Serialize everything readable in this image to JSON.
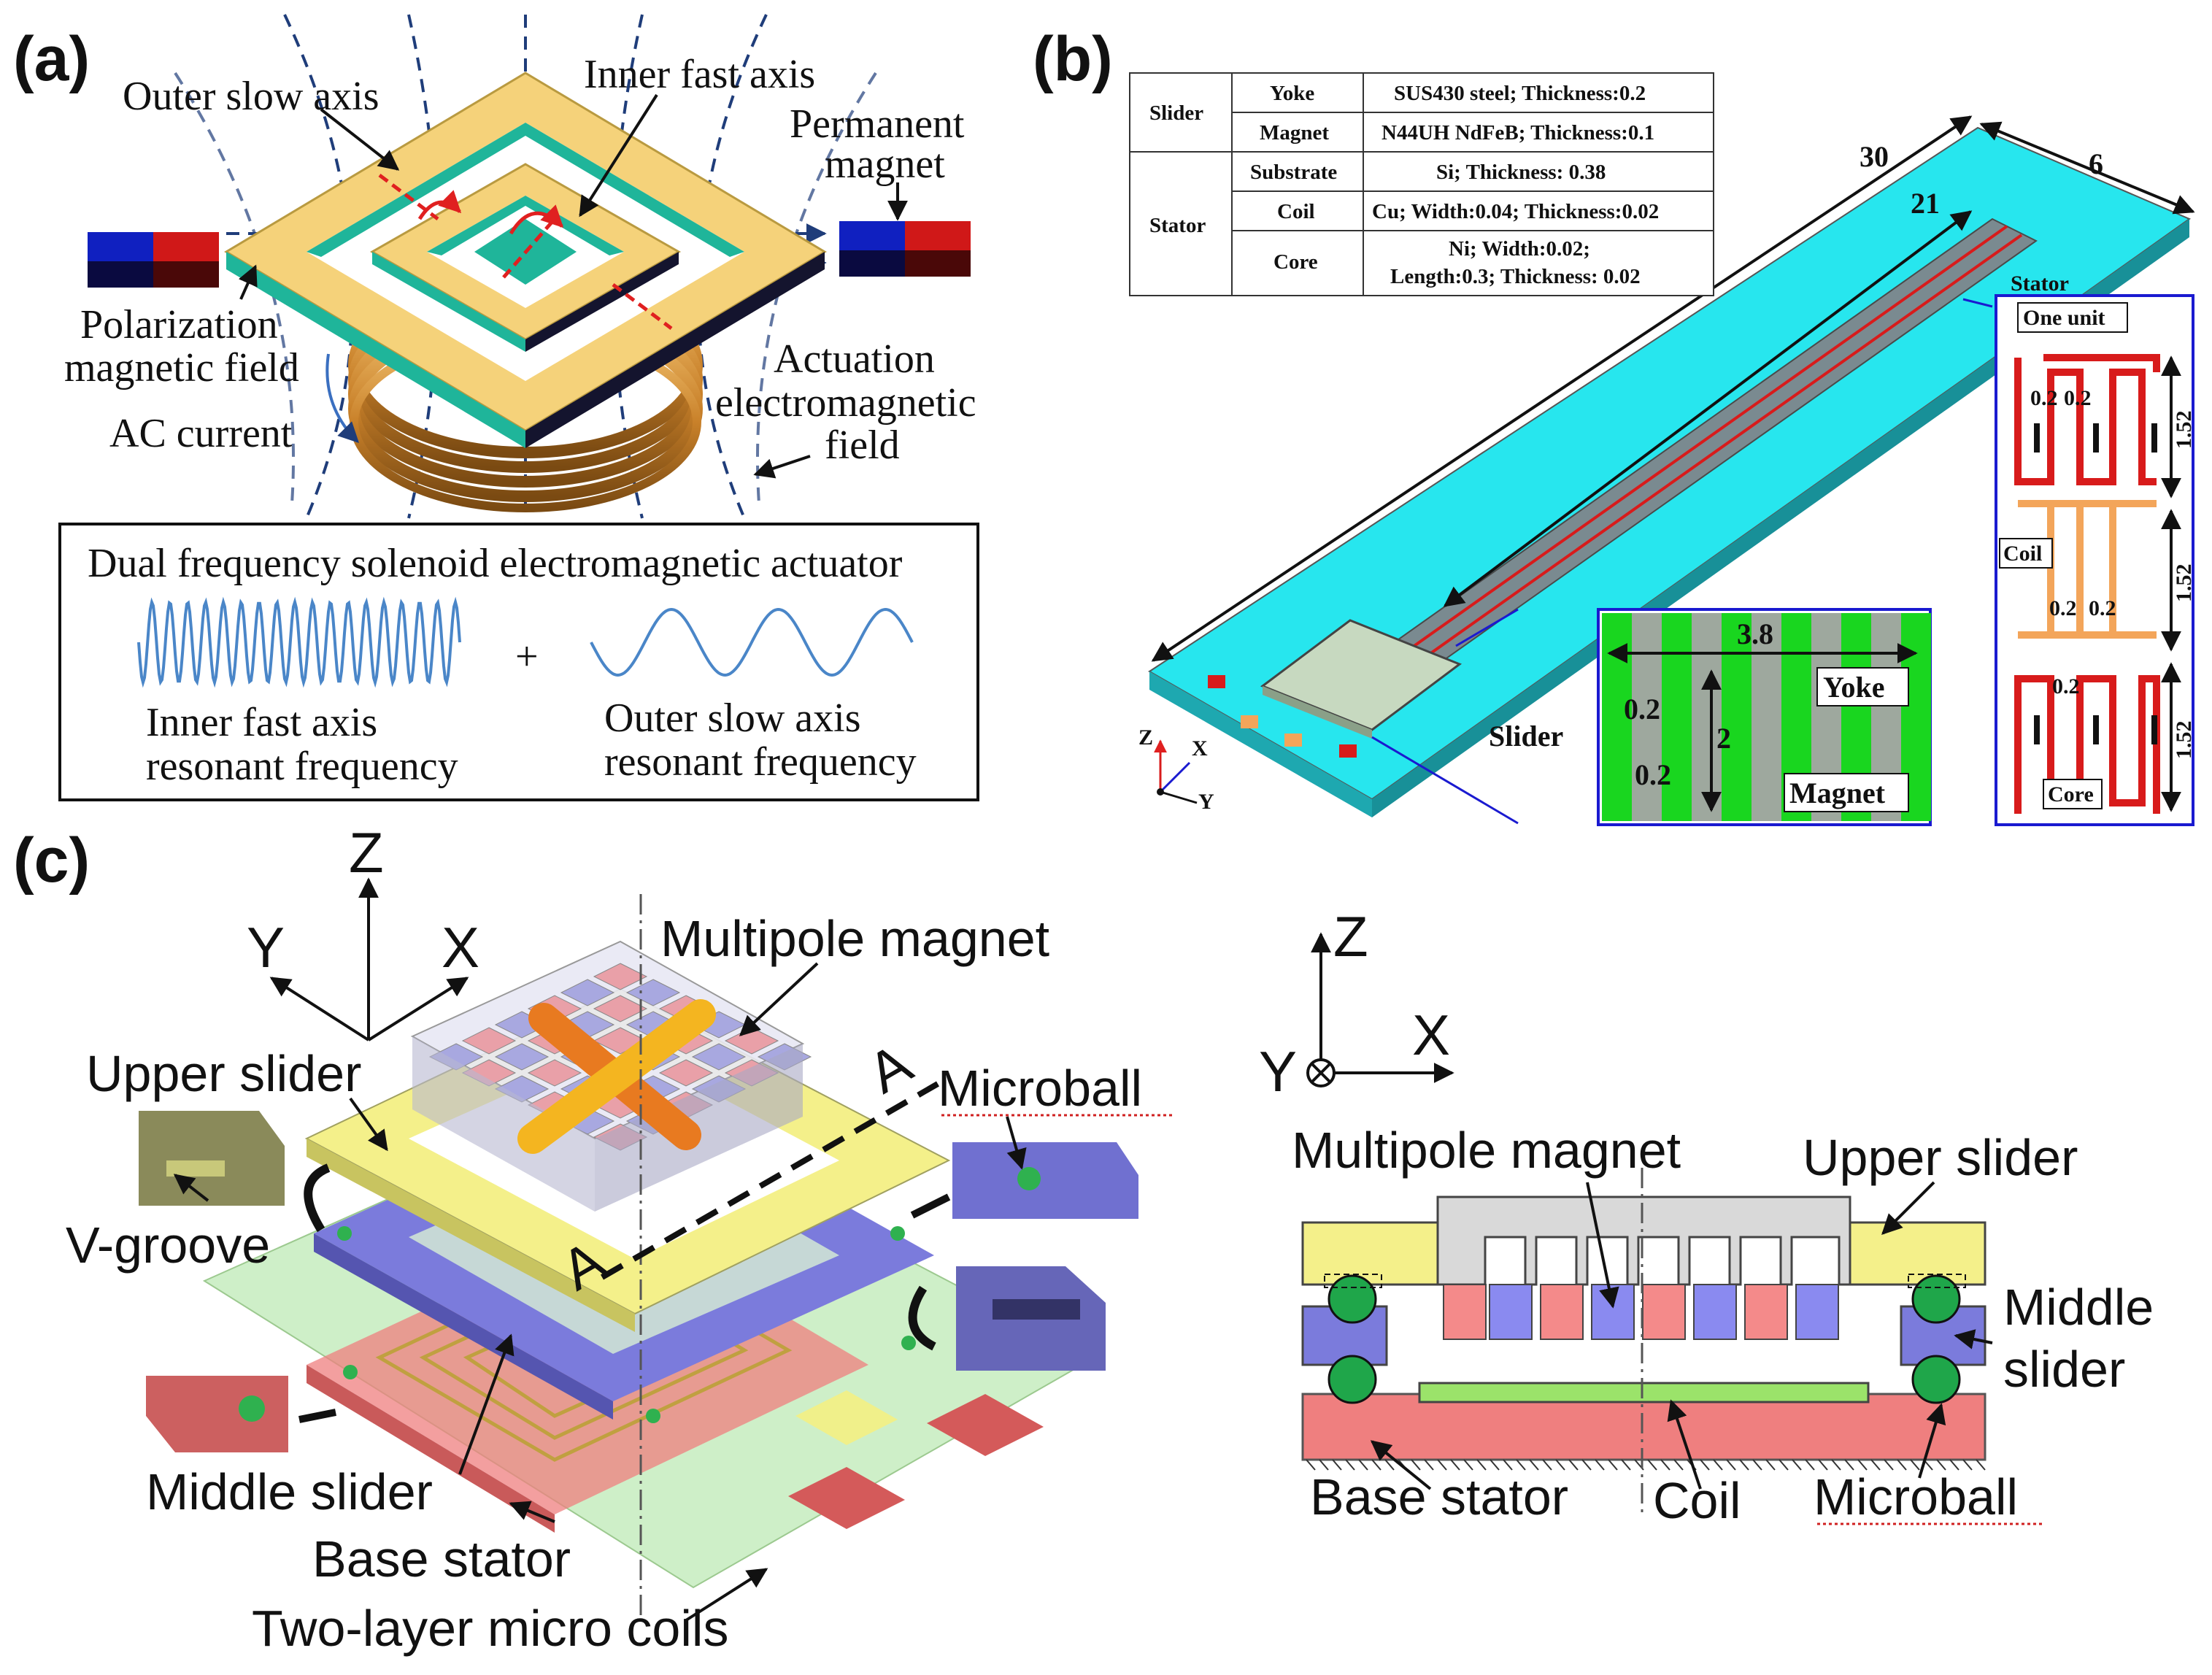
{
  "panel_a": {
    "label": "(a)",
    "outer_slow_axis": "Outer slow axis",
    "inner_fast_axis": "Inner fast axis",
    "permanent_magnet_1": "Permanent",
    "permanent_magnet_2": "magnet",
    "polarization_1": "Polarization",
    "polarization_2": "magnetic field",
    "ac_current": "AC current",
    "actuation_1": "Actuation",
    "actuation_2": "electromagnetic",
    "actuation_3": "field",
    "box_title": "Dual frequency solenoid electromagnetic actuator",
    "plus": "+",
    "inner_freq_1": "Inner fast axis",
    "inner_freq_2": "resonant frequency",
    "outer_freq_1": "Outer slow axis",
    "outer_freq_2": "resonant frequency"
  },
  "panel_b": {
    "label": "(b)",
    "table": {
      "slider": "Slider",
      "stator": "Stator",
      "rows": [
        {
          "part": "Yoke",
          "spec": "SUS430 steel; Thickness:0.2"
        },
        {
          "part": "Magnet",
          "spec": "N44UH NdFeB; Thickness:0.1"
        },
        {
          "part": "Substrate",
          "spec": "Si; Thickness: 0.38"
        },
        {
          "part": "Coil",
          "spec": "Cu; Width:0.04; Thickness:0.02"
        },
        {
          "part": "Core",
          "spec": "Ni; Width:0.02;",
          "spec2": "Length:0.3; Thickness: 0.02"
        }
      ]
    },
    "dim_30": "30",
    "dim_21": "21",
    "dim_6": "6",
    "stator_label": "Stator",
    "one_unit": "One unit",
    "d02a": "0.2",
    "d02b": "0.2",
    "d02c": "0.2",
    "d02d": "0.2",
    "d02e": "0.2",
    "d152a": "1.52",
    "d152b": "1.52",
    "d152c": "1.52",
    "coil": "Coil",
    "core": "Core",
    "slider_label": "Slider",
    "dim_38": "3.8",
    "dim_2": "2",
    "inset_02a": "0.2",
    "inset_02b": "0.2",
    "yoke": "Yoke",
    "magnet": "Magnet",
    "axis_z": "Z",
    "axis_x": "X",
    "axis_y": "Y"
  },
  "panel_c": {
    "label": "(c)",
    "axis_z": "Z",
    "axis_y": "Y",
    "axis_x": "X",
    "multipole_magnet": "Multipole magnet",
    "upper_slider": "Upper slider",
    "microball": "Microball",
    "v_groove": "V-groove",
    "section_a1": "A",
    "section_a2": "A",
    "middle_slider": "Middle slider",
    "base_stator": "Base stator",
    "micro_coils": "Two-layer micro coils",
    "xs_axis_z": "Z",
    "xs_axis_x": "X",
    "xs_axis_y": "Y",
    "xs_multipole_magnet": "Multipole magnet",
    "xs_upper_slider": "Upper slider",
    "xs_middle_1": "Middle",
    "xs_middle_2": "slider",
    "xs_base_stator": "Base stator",
    "xs_coil": "Coil",
    "xs_microball": "Microball"
  },
  "colors": {
    "frame_yellow": "#f5d27a",
    "teal": "#1fb59a",
    "substrate_cyan": "#27e6ee",
    "inset_green": "#19d61f",
    "slider_yellow": "#f4f08a",
    "slider_blue": "#7b7bdc",
    "stator_red": "#ef7f7f",
    "ball_green": "#1fa64a",
    "coil_red": "#d81b1b",
    "coil_orange": "#f3a55a"
  }
}
